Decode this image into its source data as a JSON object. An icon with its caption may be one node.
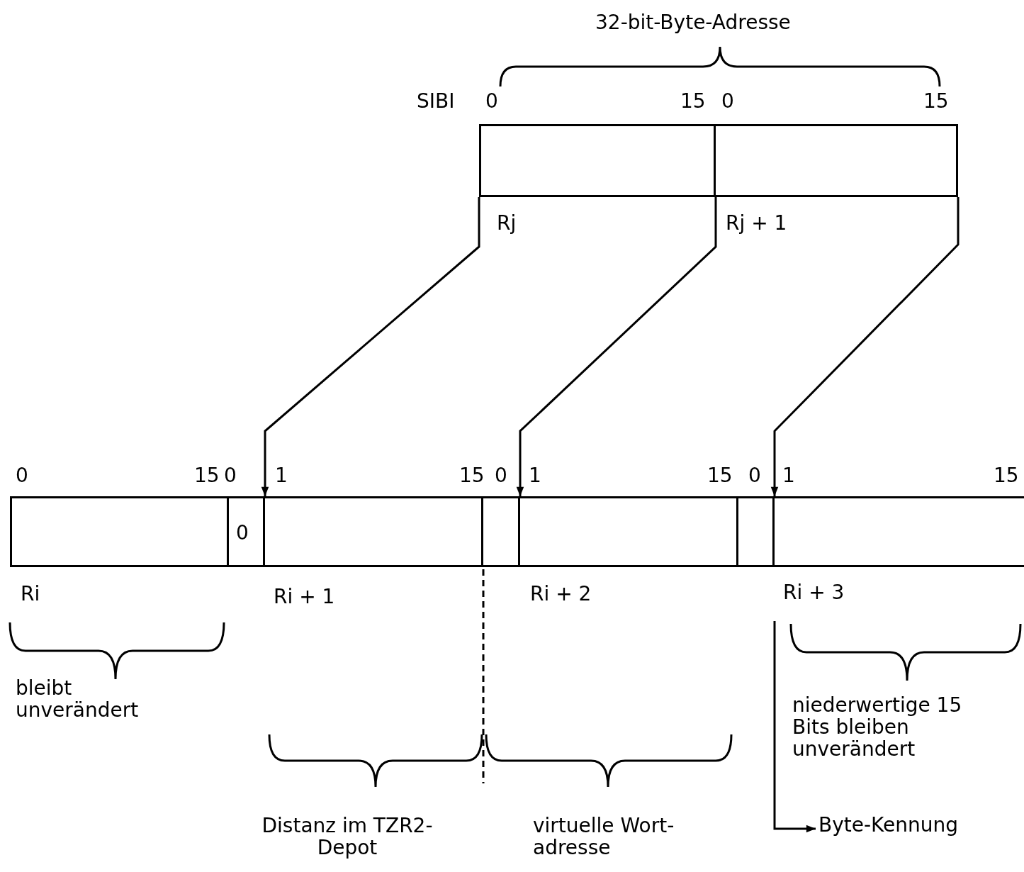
{
  "diagram": {
    "title": "32-bit-Byte-Adresse",
    "nodes": [
      {
        "text": [
          "Rj"
        ]
      },
      {
        "text": [
          "Rj + 1"
        ]
      },
      {
        "text": [
          "Ri"
        ]
      },
      {
        "text": [
          "0"
        ]
      },
      {
        "text": [
          "Ri + 1"
        ]
      },
      {
        "text": [],
        "shape": "box"
      },
      {
        "text": [
          "Ri + 2"
        ]
      },
      {
        "text": [],
        "shape": "box"
      },
      {
        "text": [
          "Ri + 3"
        ]
      },
      {
        "text": [
          "Byte-Kennung"
        ]
      }
    ],
    "edges": [
      {
        "from": 0,
        "to": 4,
        "arrow": "to"
      },
      {
        "from": 1,
        "to": 6,
        "arrow": "to"
      },
      {
        "from": 1,
        "to": 8,
        "arrow": "to"
      },
      {
        "from": 8,
        "to": 9,
        "arrow": "to"
      }
    ],
    "labels": [
      "SIBI",
      "0",
      "15",
      "0",
      "15",
      "0",
      "15",
      "0",
      "1",
      "15",
      "0",
      "1",
      "15",
      "0",
      "1",
      "15",
      "bleibt unverändert",
      "niederwertige 15 Bits bleiben unverändert",
      "Distanz im TZR2-Depot",
      "virtuelle Wort-adresse"
    ]
  }
}
